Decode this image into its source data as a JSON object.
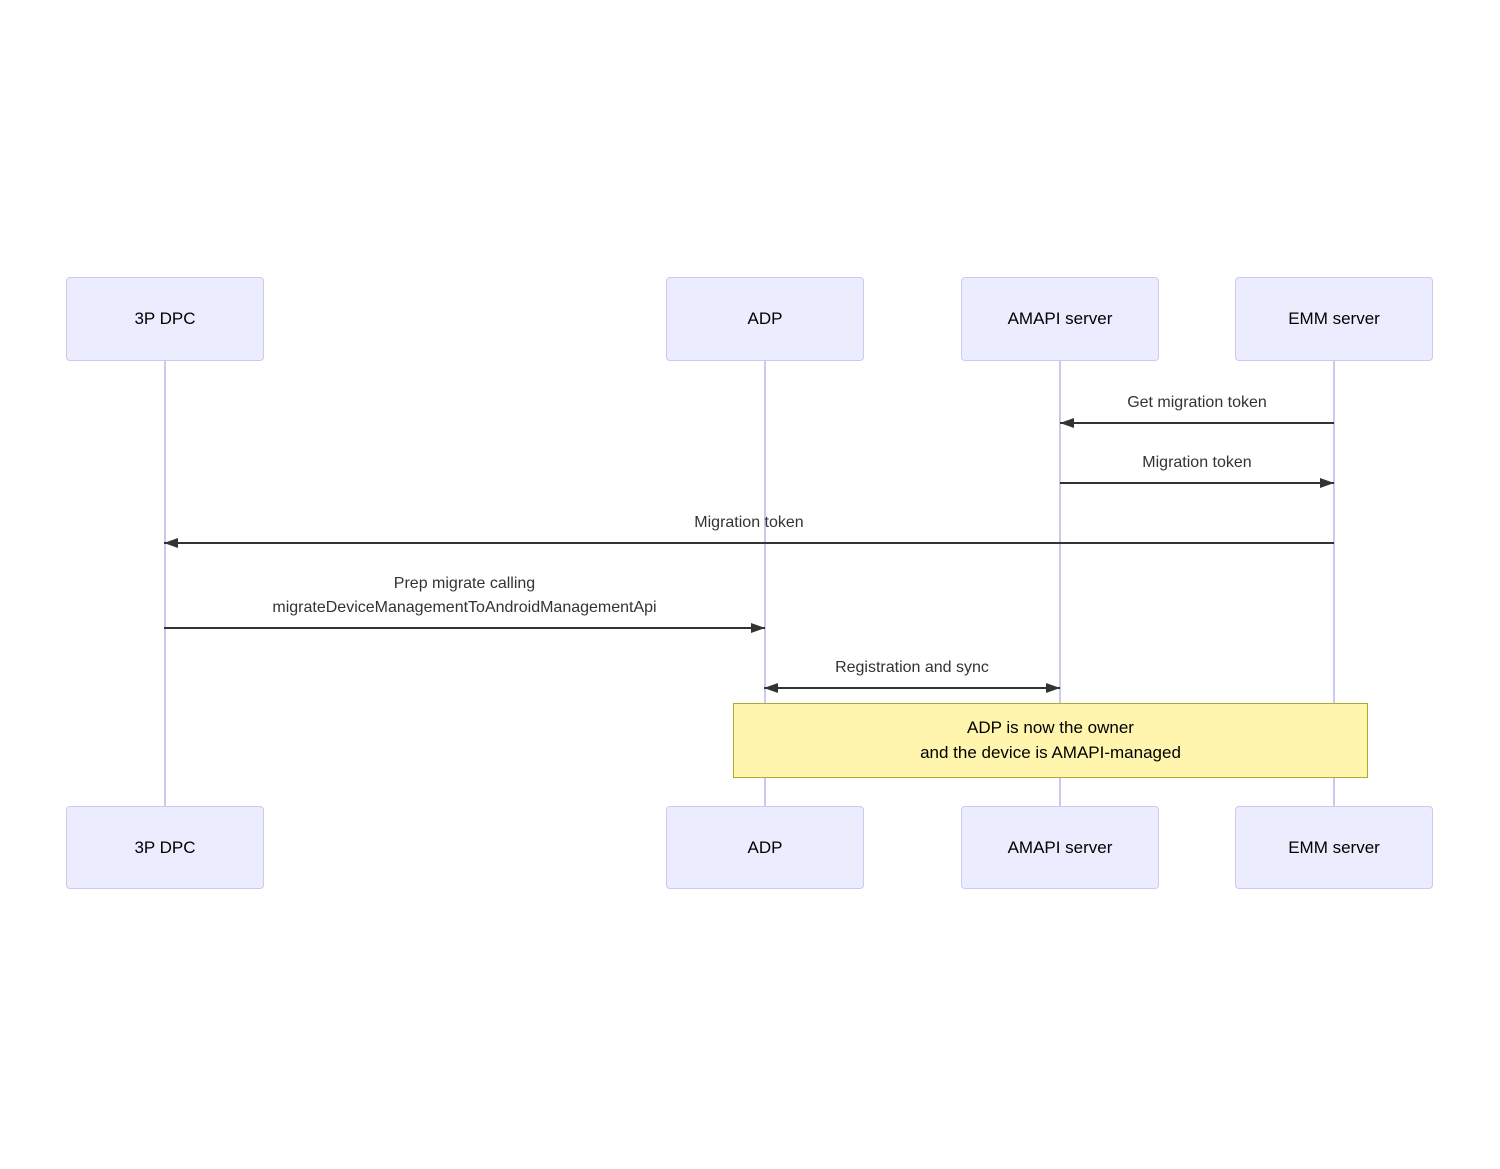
{
  "diagram": {
    "type": "sequence-diagram",
    "actors": [
      {
        "name": "3P DPC"
      },
      {
        "name": "ADP"
      },
      {
        "name": "AMAPI server"
      },
      {
        "name": "EMM server"
      }
    ],
    "messages": [
      {
        "label": "Get migration token",
        "from": "EMM server",
        "to": "AMAPI server",
        "line": "solid",
        "direction": "right-to-left"
      },
      {
        "label": "Migration token",
        "from": "AMAPI server",
        "to": "EMM server",
        "line": "solid",
        "direction": "left-to-right"
      },
      {
        "label": "Migration token",
        "from": "EMM server",
        "to": "3P DPC",
        "line": "solid",
        "direction": "right-to-left"
      },
      {
        "label": "Prep migrate calling\nmigrateDeviceManagementToAndroidManagementApi",
        "from": "3P DPC",
        "to": "ADP",
        "line": "solid",
        "direction": "left-to-right"
      },
      {
        "label": "Registration and sync",
        "from": "ADP",
        "to": "AMAPI server",
        "line": "solid",
        "direction": "bidirectional"
      }
    ],
    "note": {
      "text": "ADP is now the owner\nand the device is AMAPI-managed",
      "over": [
        "ADP",
        "EMM server"
      ]
    },
    "colors": {
      "actor_fill": "#ECECFF",
      "actor_border": "#CFC7EE",
      "lifeline": "#CFC7EE",
      "arrow": "#333333",
      "message_text": "#333333",
      "note_fill": "#FFF5AD",
      "note_border": "#AAAA33",
      "note_text": "#000000",
      "background": "#FFFFFF"
    }
  }
}
